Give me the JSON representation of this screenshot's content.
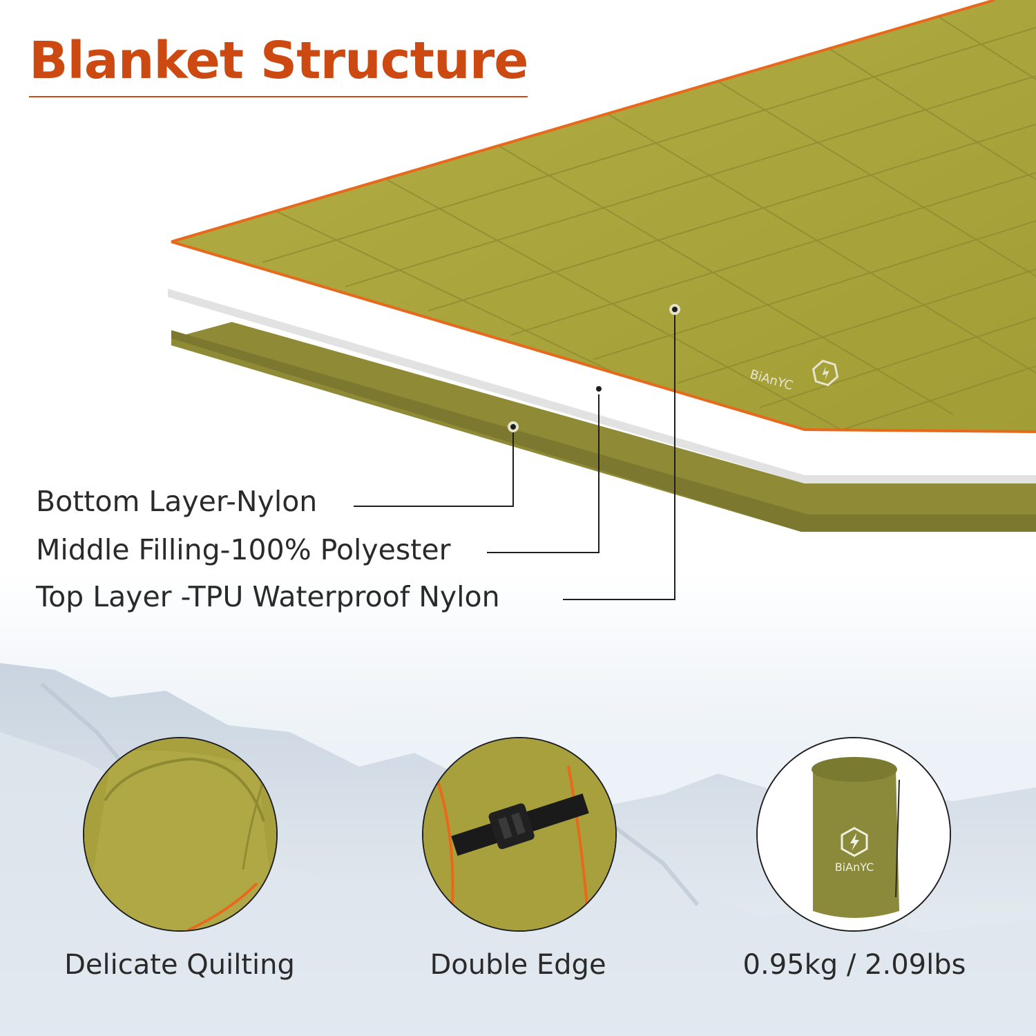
{
  "title": "Blanket Structure",
  "layers": [
    {
      "label": "Bottom Layer-Nylon"
    },
    {
      "label": "Middle Filling-100% Polyester"
    },
    {
      "label": "Top Layer -TPU Waterproof Nylon"
    }
  ],
  "brand": "BiAnYC",
  "features": [
    {
      "caption": "Delicate Quilting"
    },
    {
      "caption": "Double Edge"
    },
    {
      "caption": "0.95kg / 2.09lbs"
    }
  ],
  "colors": {
    "title": "#cc4a12",
    "blanket": "#a9a33c",
    "trim": "#e8681c",
    "bottom_layer": "#8f8a35",
    "filling": "#ffffff"
  }
}
